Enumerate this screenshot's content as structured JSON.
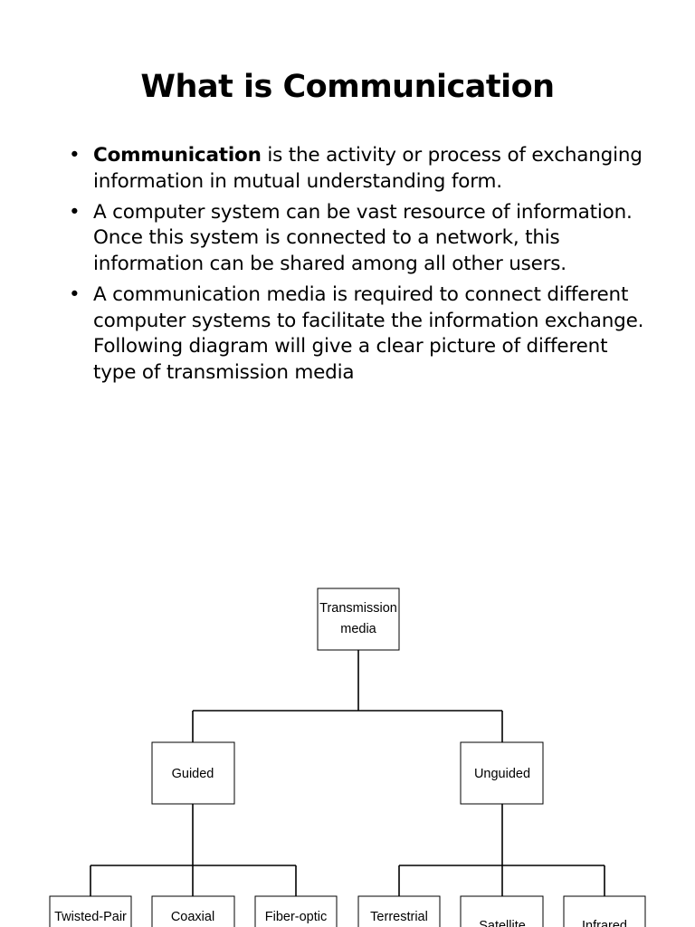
{
  "title": "What is Communication",
  "bullets": [
    {
      "bold": "Communication",
      "text": " is the activity or process of exchanging information in mutual understanding form."
    },
    {
      "bold": "",
      "text": "A computer system can be vast resource of information. Once this system is connected to a network, this information can be shared among all other users."
    },
    {
      "bold": "",
      "text": "A communication media is required to connect different computer systems to facilitate the information exchange.  Following diagram will give a clear picture of different type of transmission media"
    }
  ],
  "bullet_char": "•",
  "diagram": {
    "root": {
      "line1": "Transmission",
      "line2": "media"
    },
    "guided": "Guided",
    "unguided": "Unguided",
    "guided_children": [
      "Twisted-Pair",
      "Coaxial",
      "Fiber-optic"
    ],
    "unguided_children": [
      "Terrestrial",
      "Satellite",
      "Infrared"
    ]
  }
}
